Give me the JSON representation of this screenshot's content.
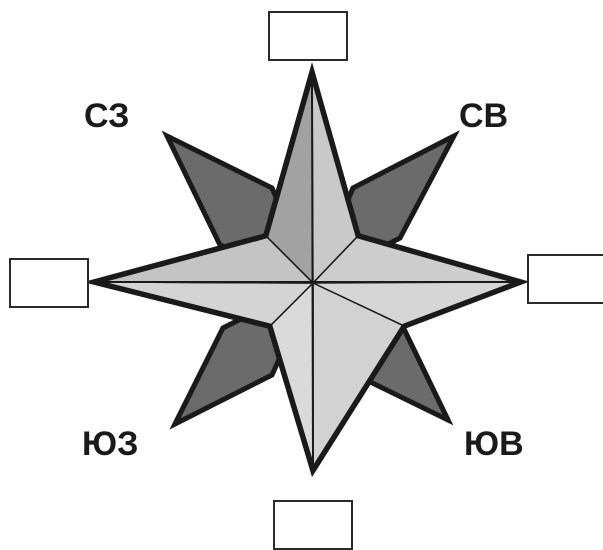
{
  "compass_rose": {
    "labels": {
      "northwest": "СЗ",
      "northeast": "СВ",
      "southwest": "ЮЗ",
      "southeast": "ЮВ"
    },
    "blank_boxes": {
      "north": "",
      "west": "",
      "east": "",
      "south": ""
    },
    "colors": {
      "outline": "#1a1a1a",
      "diagonal_points": "#6b6b6b",
      "main_points_light": "#c8c8c8",
      "main_points_mid": "#9e9e9e"
    }
  }
}
